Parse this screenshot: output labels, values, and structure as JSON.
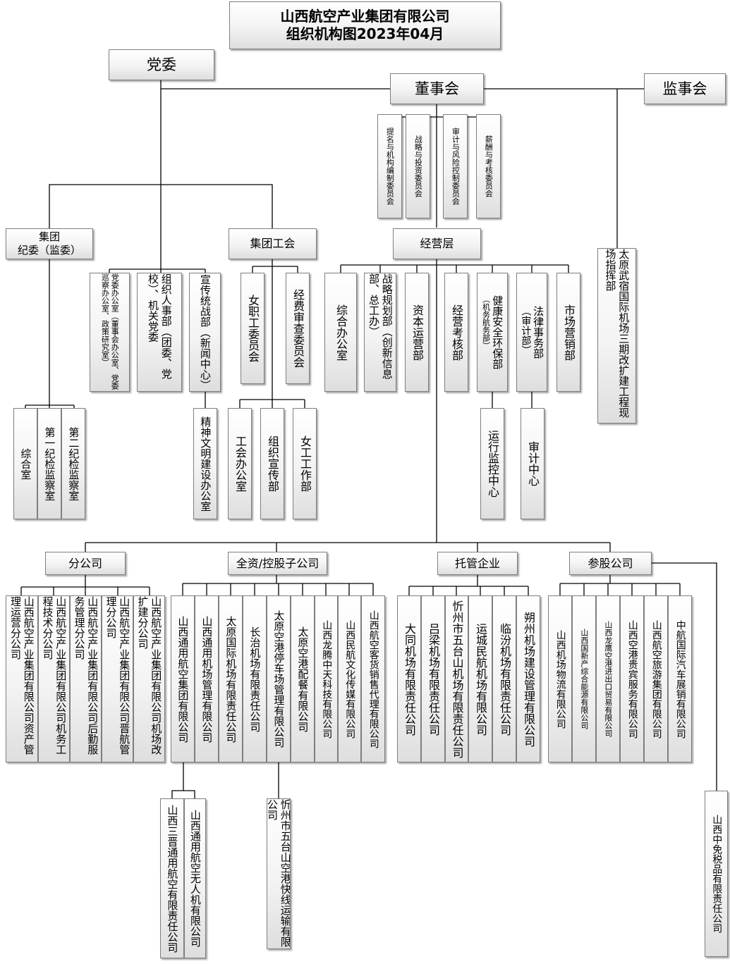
{
  "header": {
    "title": "山西航空产业集团有限公司\n组织机构图2023年04月"
  },
  "top": {
    "party": "党委",
    "board": "董事会",
    "supervisors": "监事会",
    "committees": [
      "提名与机构编制委员会",
      "战略与投资委员会",
      "审计与风险控制委员会",
      "薪酬与考核委员会"
    ]
  },
  "discipline": {
    "name": "集团\n纪委（监委）",
    "depts": [
      "综合室",
      "第一纪检监察室",
      "第二纪检监察室"
    ]
  },
  "party_depts": [
    "党委办公室（董事会办公室、党委巡察办公室、政策研究室）",
    "组织人事部（团委、党校）、机关党委",
    "宣传统战部（新闻中心）"
  ],
  "spiritual_office": "精神文明建设办公室",
  "union": {
    "name": "集团工会",
    "committees": [
      "女职工委员会",
      "经费审查委员会"
    ],
    "depts": [
      "工会办公室",
      "组织宣传部",
      "女工工作部"
    ]
  },
  "management": {
    "name": "经营层",
    "depts": [
      "综合办公室",
      "战略规划部（创新信息部、总工办）",
      "资本运营部",
      "经营考核部",
      "健康安全环保部",
      "（机务航务部）",
      "法律事务部",
      "（审计部）",
      "市场营销部"
    ],
    "sub_ops": "运行监控中心",
    "sub_audit": "审计中心"
  },
  "airport_hq": "太原武宿国际机场三期改扩建工程现场指挥部",
  "categories": {
    "branches": "分公司",
    "subsidiaries": "全资/控股子公司",
    "trust": "托管企业",
    "equity": "参股公司"
  },
  "branches": [
    "山西航空产业集团有限公司资产管理运营分公司",
    "山西航空产业集团有限公司机务工程技术分公司",
    "山西航空产业集团有限公司后勤服务管理分公司",
    "山西航空产业集团有限公司晋航管理分公司",
    "山西航空产业集团有限公司机场改扩建分公司"
  ],
  "subsidiaries": [
    "山西通用航空集团有限公司",
    "山西通用机场管理有限公司",
    "太原国际机场有限责任公司",
    "长治机场有限责任公司",
    "太原空港停车场管理有限公司",
    "太原空港配餐有限公司",
    "山西龙腾中天科技有限公司",
    "山西民航文化传媒有限公司",
    "山西航空客货销售代理有限公司"
  ],
  "ga_children": [
    "山西三晋通用航空有限责任公司",
    "山西通用航空无人机有限公司"
  ],
  "parking_child": "忻州市五台山空港快线运输有限公司",
  "trust_companies": [
    "大同机场有限责任公司",
    "吕梁机场有限责任公司",
    "忻州市五台山机场有限责任公司",
    "运城民航机场有限公司",
    "临汾机场有限责任公司",
    "朔州机场建设管理有限公司"
  ],
  "equity_companies": [
    "山西机场物流有限公司",
    "山西国新产综合能源有限公司",
    "山西龙鹰空港进出口贸易有限公司",
    "山西空港贵宾服务有限公司",
    "山西航空旅游集团有限公司",
    "中航国际汽车展销有限公司"
  ],
  "duty_free": "山西中免税品有限责任公司"
}
